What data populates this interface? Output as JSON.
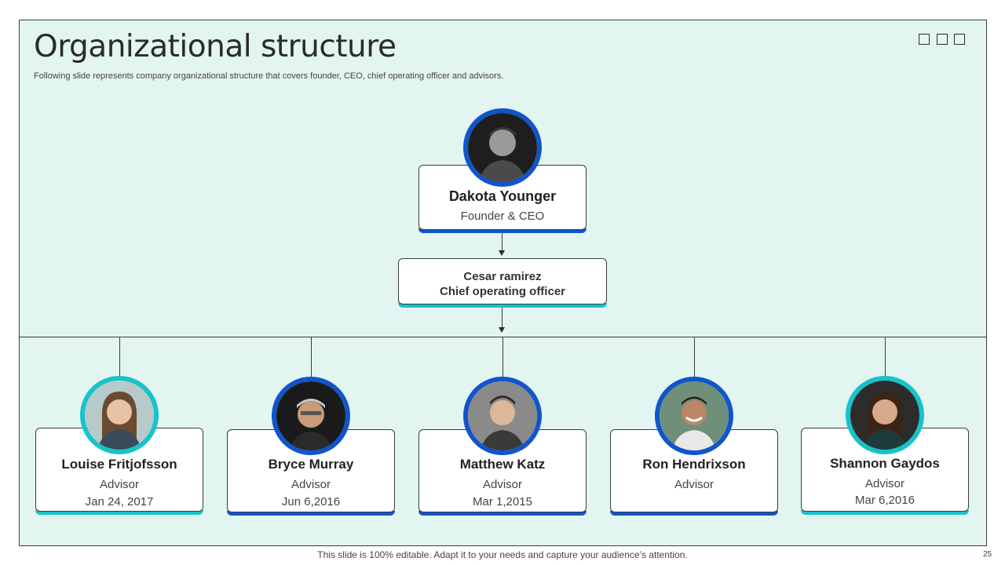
{
  "slide": {
    "title": "Organizational structure",
    "subtitle": "Following slide represents company organizational structure that covers founder, CEO, chief operating officer and advisors.",
    "footer_note": "This slide is 100% editable. Adapt it to your needs and capture your audience’s attention.",
    "page_number": "25"
  },
  "colors": {
    "background": "#e3f5f1",
    "blue_accent": "#1155cc",
    "cyan_accent": "#17c3c9"
  },
  "ceo": {
    "name": "Dakota Younger",
    "role": "Founder & CEO",
    "photo_icon": "person-photo-icon"
  },
  "coo": {
    "line1": "Cesar ramirez",
    "line2": "Chief operating officer"
  },
  "advisors": [
    {
      "name": "Louise Fritjofsson",
      "role": "Advisor",
      "date": "Jan 24, 2017",
      "accent": "cyan"
    },
    {
      "name": "Bryce Murray",
      "role": "Advisor",
      "date": "Jun 6,2016",
      "accent": "blue"
    },
    {
      "name": "Matthew Katz",
      "role": "Advisor",
      "date": "Mar 1,2015",
      "accent": "blue"
    },
    {
      "name": "Ron Hendrixson",
      "role": "Advisor",
      "date": "",
      "accent": "blue"
    },
    {
      "name": "Shannon Gaydos",
      "role": "Advisor",
      "date": "Mar 6,2016",
      "accent": "cyan"
    }
  ]
}
